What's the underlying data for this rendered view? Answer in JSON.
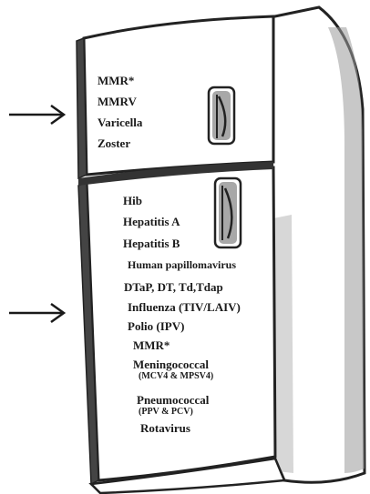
{
  "freezer": {
    "items": [
      "MMR*",
      "MMRV",
      "Varicella",
      "Zoster"
    ]
  },
  "refrigerator": {
    "items": [
      {
        "label": "Hib"
      },
      {
        "label": "Hepatitis A"
      },
      {
        "label": "Hepatitis B"
      },
      {
        "label": "Human papillomavirus"
      },
      {
        "label": "DTaP, DT, Td,Tdap"
      },
      {
        "label": "Influenza (TIV/LAIV)"
      },
      {
        "label": "Polio (IPV)"
      },
      {
        "label": "MMR*"
      },
      {
        "label": "Meningococcal",
        "sub": "(MCV4 & MPSV4)"
      },
      {
        "label": "Pneumococcal",
        "sub": "(PPV & PCV)"
      },
      {
        "label": "Rotavirus"
      }
    ]
  },
  "colors": {
    "ink": "#1a1a1a",
    "outline": "#222222",
    "shade": "#b9b9b9",
    "shade_dark": "#8a8a8a",
    "door": "#ffffff"
  }
}
